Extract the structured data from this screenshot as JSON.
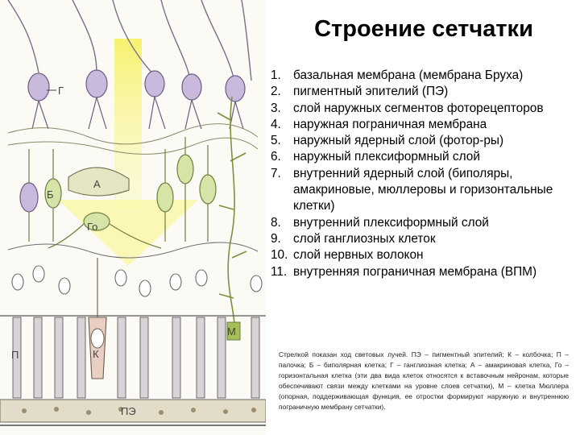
{
  "title": "Строение сетчатки",
  "layers": [
    {
      "num": "1.",
      "text": "базальная мембрана (мембрана Бруха)"
    },
    {
      "num": "2.",
      "text": "пигментный эпителий (ПЭ)"
    },
    {
      "num": "3.",
      "text": "слой наружных сегментов фоторецепторов"
    },
    {
      "num": "4.",
      "text": "наружная пограничная мембрана"
    },
    {
      "num": "5.",
      "text": "наружный ядерный слой (фотор-ры)"
    },
    {
      "num": "6.",
      "text": "наружный плексиформный слой"
    },
    {
      "num": "7.",
      "text": "внутренний ядерный слой (биполяры, амакриновые, мюллеровы и горизонтальные клетки)"
    },
    {
      "num": "8.",
      "text": "внутренний плексиформный слой"
    },
    {
      "num": "9.",
      "text": "слой ганглиозных клеток"
    },
    {
      "num": "10.",
      "text": "слой нервных волокон"
    },
    {
      "num": "11.",
      "text": "внутренняя пограничная мембрана (ВПМ)"
    }
  ],
  "caption": "Стрелкой показан ход световых лучей. ПЭ – пигментный эпителий; К – колбочка; П – палочка; Б – биполярная клетка; Г – ганглиозная клетка; А – амакриновая клетка, Го – горизонтальная клетка (эти два вида клеток относятся к вставочным нейронам, которые обеспечивают связи между клетками на уровне слоев сетчатки), М – клетка Мюллера (опорная, поддерживающая функция, ее отростки формируют наружную и внутреннюю пограничную мембрану сетчатки).",
  "diagram_labels": {
    "ganglion": "Г",
    "amacrine": "А",
    "bipolar": "Б",
    "horizontal": "Го",
    "muller": "М",
    "rod": "П",
    "cone": "К",
    "pigment_epithelium": "ПЭ"
  },
  "colors": {
    "light_arrow": "#f3ee3a",
    "ganglion_cells": "#c9b9dc",
    "bipolar_cells": "#d6e4a8",
    "muller_cell": "#a6bd5a",
    "photoreceptors": "#d9d2d6",
    "cone": "#e8cfc2",
    "pigment_epithelium": "#e3dcc8"
  }
}
